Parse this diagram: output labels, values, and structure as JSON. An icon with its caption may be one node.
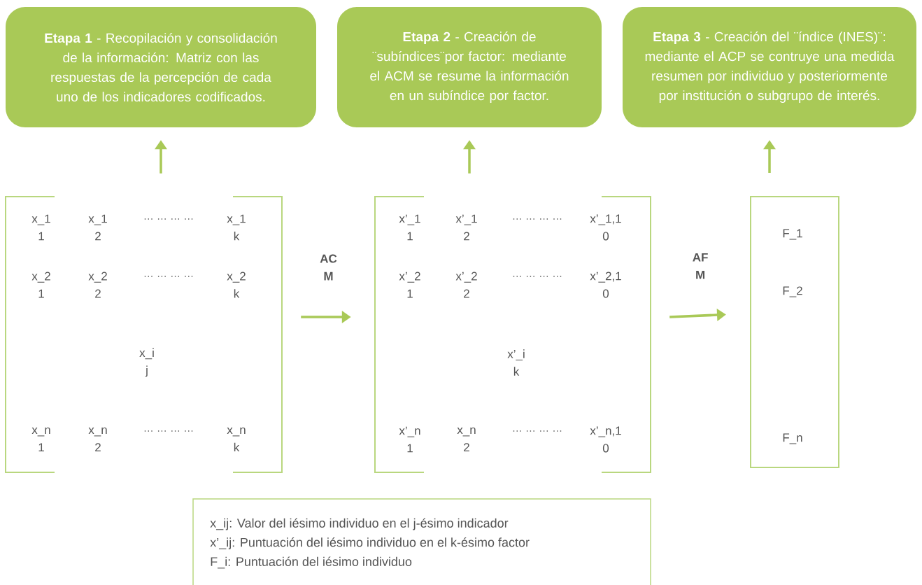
{
  "diagram": {
    "nodes": [
      {
        "text": [
          "**Etapa 1** - Recopilación y consolidación de la información: Matriz con las respuestas de la percepción de cada uno de los indicadores codificados."
        ]
      },
      {
        "text": [
          "**Etapa 2** - Creación de ¨subíndices¨por factor: mediante el ACM se resume la información en un subíndice por factor."
        ]
      },
      {
        "text": [
          "**Etapa 3** - Creación del ¨índice (INES)¨: mediante el ACP se contruye una medida resumen por individuo y posteriormente por institución o subgrupo de interés."
        ]
      },
      {
        "text": [
          "x_1 1",
          "x_1 2",
          "… … … …",
          "x_1 k",
          "x_2 1",
          "x_2 2",
          "… … … …",
          "x_2 k",
          "x_i j",
          "x_n 1",
          "x_n 2",
          "… … … …",
          "x_n k"
        ]
      },
      {
        "text": [
          "x’_1 1",
          "x’_1 2",
          "… … … …",
          "x’_1,1 0",
          "x’_2 1",
          "x’_2 2",
          "… … … …",
          "x’_2,1 0",
          "x’_i k",
          "x’_n 1",
          "x_n 2",
          "… … … …",
          "x’_n,1 0"
        ]
      },
      {
        "text": [
          "F_1",
          "F_2",
          "F_n"
        ]
      },
      {
        "text": [
          "x_ij: Valor del iésimo individuo en el  j-ésimo indicador",
          "x’_ij: Puntuación del iésimo individuo en el k-ésimo factor",
          "F_i: Puntuación del iésimo individuo"
        ]
      }
    ],
    "edges": [
      {
        "from": 3,
        "to": 0,
        "arrow": "to"
      },
      {
        "from": 3,
        "to": 4,
        "arrow": "to",
        "label": "AC M"
      },
      {
        "from": 4,
        "to": 1,
        "arrow": "to"
      },
      {
        "from": 4,
        "to": 5,
        "arrow": "to",
        "label": "AF M"
      },
      {
        "from": 5,
        "to": 2,
        "arrow": "to"
      }
    ]
  }
}
